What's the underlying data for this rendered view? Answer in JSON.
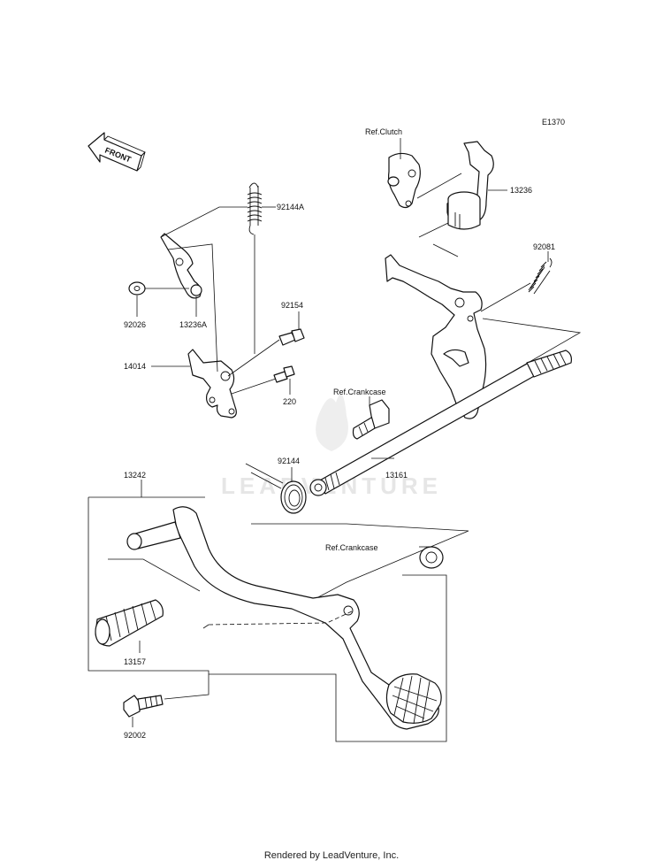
{
  "diagram": {
    "code": "E1370",
    "front_label": "FRONT",
    "watermark": "LEADVENTURE",
    "parts": [
      {
        "id": "p92144A",
        "label": "92144A"
      },
      {
        "id": "p92026",
        "label": "92026"
      },
      {
        "id": "p13236A",
        "label": "13236A"
      },
      {
        "id": "p92154",
        "label": "92154"
      },
      {
        "id": "p14014",
        "label": "14014"
      },
      {
        "id": "p220",
        "label": "220"
      },
      {
        "id": "p13236",
        "label": "13236"
      },
      {
        "id": "p92081",
        "label": "92081"
      },
      {
        "id": "p92144",
        "label": "92144"
      },
      {
        "id": "p13161",
        "label": "13161"
      },
      {
        "id": "p13242",
        "label": "13242"
      },
      {
        "id": "p13157",
        "label": "13157"
      },
      {
        "id": "p92002",
        "label": "92002"
      }
    ],
    "refs": {
      "clutch": "Ref.Clutch",
      "crankcase_upper": "Ref.Crankcase",
      "crankcase_lower": "Ref.Crankcase"
    }
  },
  "footer": {
    "text": "Rendered by LeadVenture, Inc."
  }
}
